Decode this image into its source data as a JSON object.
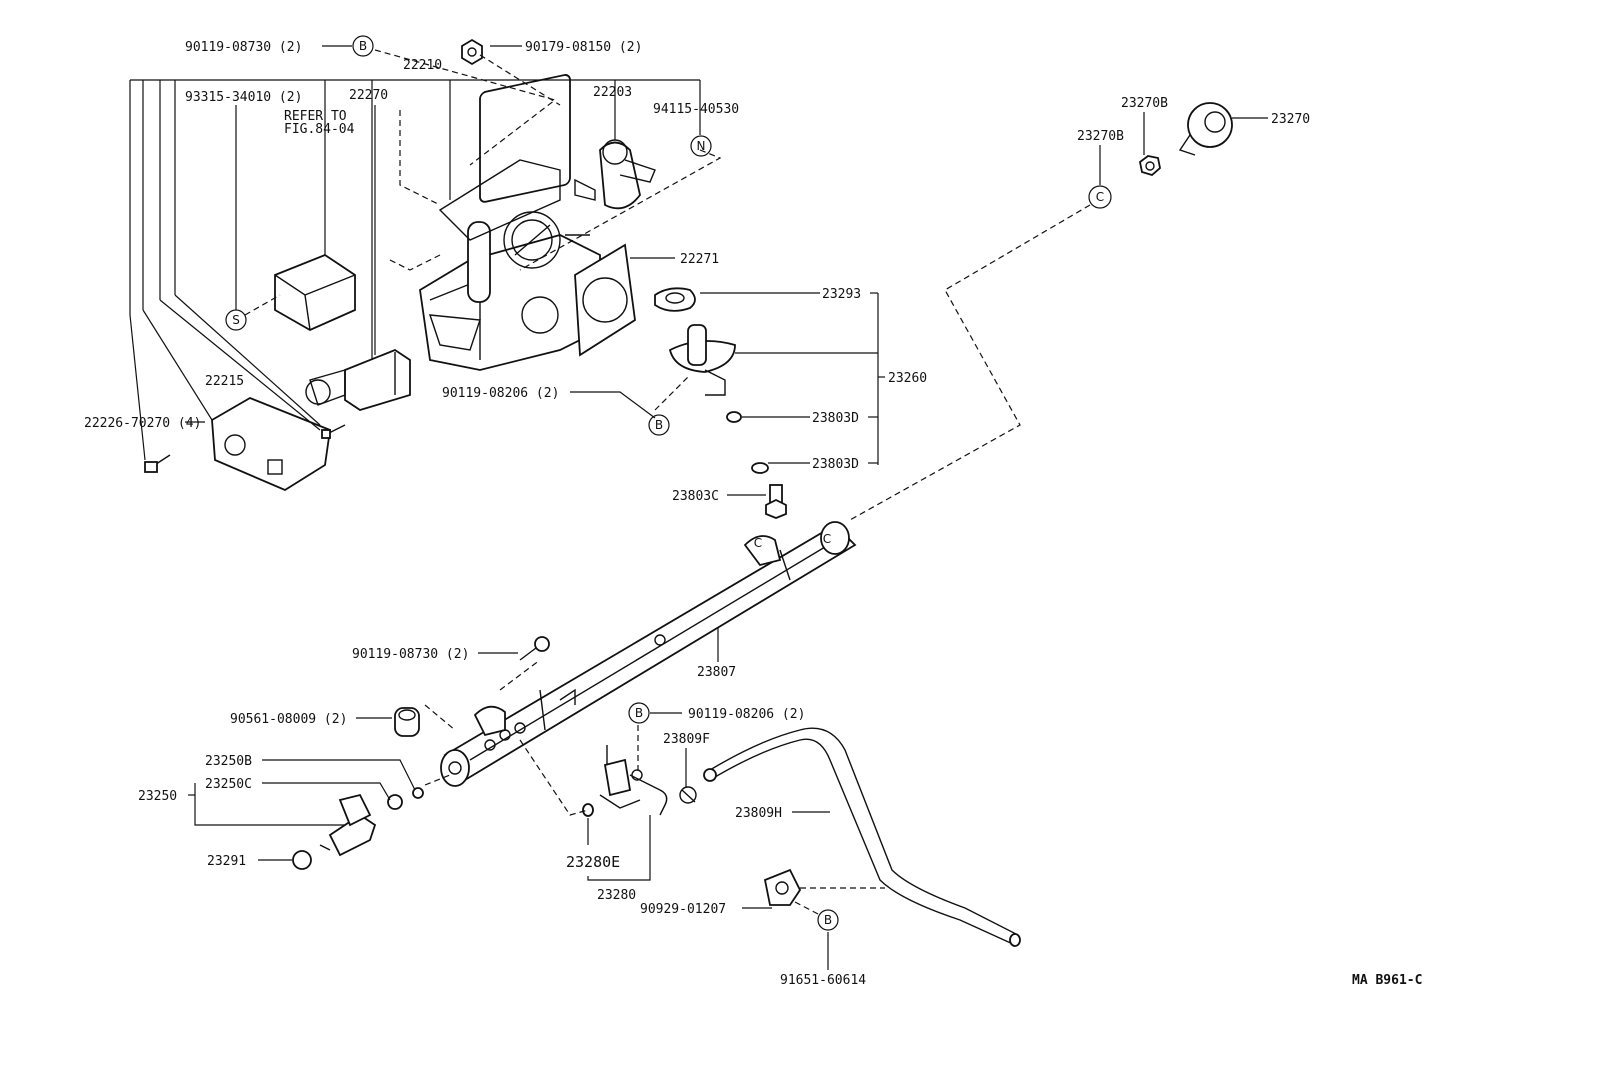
{
  "diagram": {
    "code": "MA B961-C",
    "labels": {
      "p90119_08730_top": "90119-08730 (2)",
      "p90179_08150": "90179-08150 (2)",
      "p22210": "22210",
      "p93315": "93315-34010 (2)",
      "p22270": "22270",
      "refer1": "REFER TO",
      "refer2": "FIG.84-04",
      "p22203": "22203",
      "p94115": "94115-40530",
      "p23270B_a": "23270B",
      "p23270": "23270",
      "p23270B_b": "23270B",
      "p22271": "22271",
      "p23293": "23293",
      "p23260": "23260",
      "p22215": "22215",
      "p90119_08206_a": "90119-08206 (2)",
      "p23803D_a": "23803D",
      "p22226": "22226-70270 (4)",
      "p23803D_b": "23803D",
      "p23803C": "23803C",
      "p90119_08730_mid": "90119-08730 (2)",
      "p23807": "23807",
      "p90561": "90561-08009 (2)",
      "p90119_08206_b": "90119-08206 (2)",
      "p23809F": "23809F",
      "p23250B": "23250B",
      "p23250": "23250",
      "p23250C": "23250C",
      "p23809H": "23809H",
      "p23291": "23291",
      "p23280E": "23280E",
      "p23280": "23280",
      "p90929": "90929-01207",
      "p91651": "91651-60614"
    },
    "symbols": {
      "B": "B",
      "C": "C",
      "S": "S",
      "N": "N"
    }
  }
}
